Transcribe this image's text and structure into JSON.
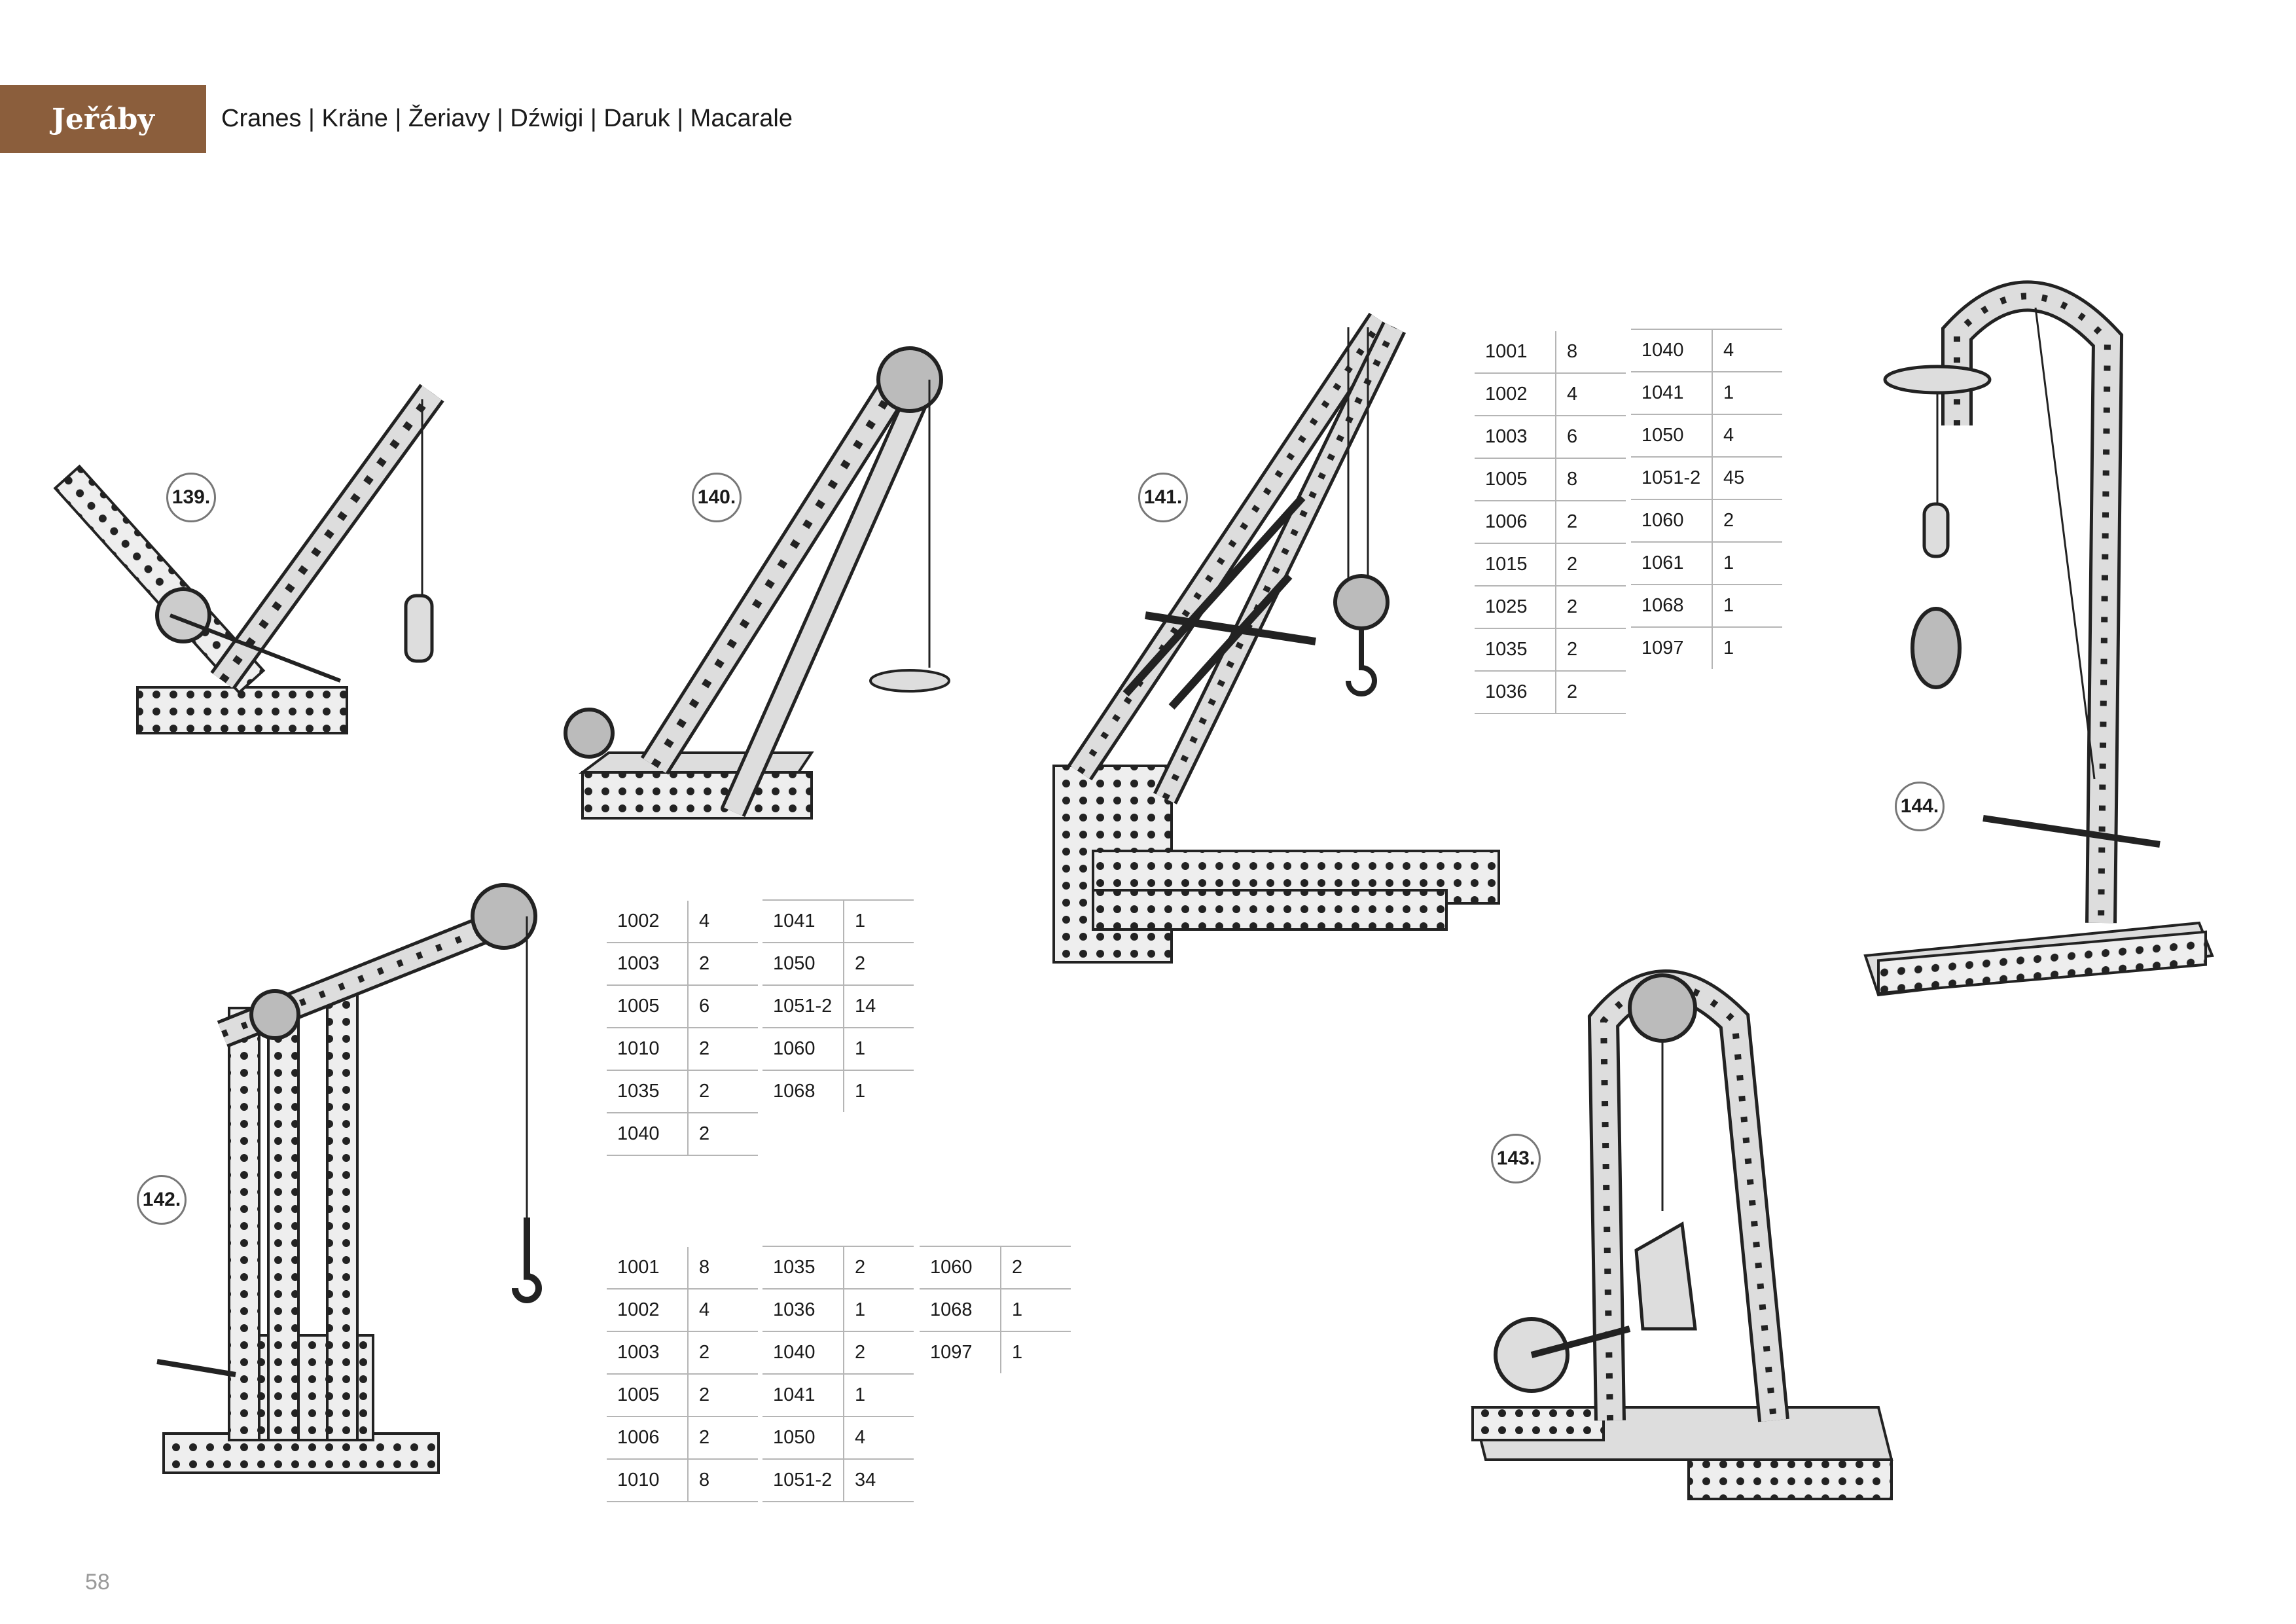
{
  "header": {
    "title": "Jeřáby",
    "subtitle": "Cranes | Kräne | Žeriavy | Dźwigi | Daruk | Macarale"
  },
  "page_number": "58",
  "models": [
    {
      "label": "139."
    },
    {
      "label": "140."
    },
    {
      "label": "141."
    },
    {
      "label": "142."
    },
    {
      "label": "143."
    },
    {
      "label": "144."
    }
  ],
  "tables": {
    "t141a": [
      [
        "1001",
        "8"
      ],
      [
        "1002",
        "4"
      ],
      [
        "1003",
        "6"
      ],
      [
        "1005",
        "8"
      ],
      [
        "1006",
        "2"
      ],
      [
        "1015",
        "2"
      ],
      [
        "1025",
        "2"
      ],
      [
        "1035",
        "2"
      ],
      [
        "1036",
        "2"
      ]
    ],
    "t141b": [
      [
        "1040",
        "4"
      ],
      [
        "1041",
        "1"
      ],
      [
        "1050",
        "4"
      ],
      [
        "1051-2",
        "45"
      ],
      [
        "1060",
        "2"
      ],
      [
        "1061",
        "1"
      ],
      [
        "1068",
        "1"
      ],
      [
        "1097",
        "1"
      ]
    ],
    "tMidA": [
      [
        "1002",
        "4"
      ],
      [
        "1003",
        "2"
      ],
      [
        "1005",
        "6"
      ],
      [
        "1010",
        "2"
      ],
      [
        "1035",
        "2"
      ],
      [
        "1040",
        "2"
      ]
    ],
    "tMidB": [
      [
        "1041",
        "1"
      ],
      [
        "1050",
        "2"
      ],
      [
        "1051-2",
        "14"
      ],
      [
        "1060",
        "1"
      ],
      [
        "1068",
        "1"
      ]
    ],
    "tLowA": [
      [
        "1001",
        "8"
      ],
      [
        "1002",
        "4"
      ],
      [
        "1003",
        "2"
      ],
      [
        "1005",
        "2"
      ],
      [
        "1006",
        "2"
      ],
      [
        "1010",
        "8"
      ]
    ],
    "tLowB": [
      [
        "1035",
        "2"
      ],
      [
        "1036",
        "1"
      ],
      [
        "1040",
        "2"
      ],
      [
        "1041",
        "1"
      ],
      [
        "1050",
        "4"
      ],
      [
        "1051-2",
        "34"
      ]
    ],
    "tLowC": [
      [
        "1060",
        "2"
      ],
      [
        "1068",
        "1"
      ],
      [
        "1097",
        "1"
      ]
    ]
  }
}
